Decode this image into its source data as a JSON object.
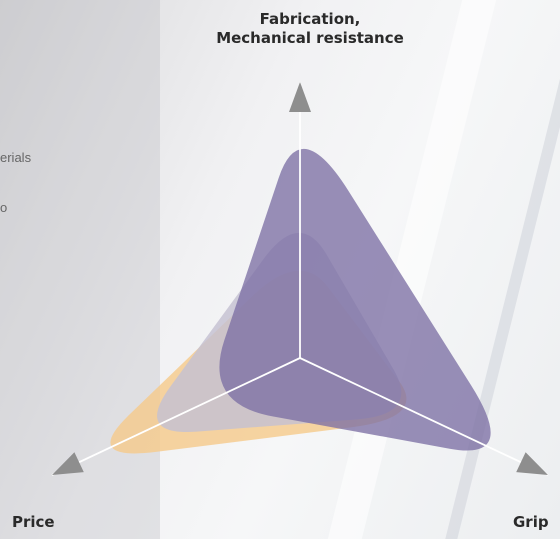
{
  "chart_data": {
    "type": "radar",
    "axes": [
      {
        "key": "top",
        "label_lines": [
          "Fabrication,",
          "Mechanical resistance"
        ]
      },
      {
        "key": "price",
        "label_lines": [
          "Price"
        ]
      },
      {
        "key": "grip",
        "label_lines": [
          "Grip"
        ]
      }
    ],
    "series": [
      {
        "color": "#f5cb8c",
        "values": {
          "top": 0.42,
          "price": 0.95,
          "grip": 0.55
        }
      },
      {
        "color": "#c5c1d2",
        "values": {
          "top": 0.58,
          "price": 0.72,
          "grip": 0.52
        }
      },
      {
        "color": "#7c70a4",
        "values": {
          "top": 0.95,
          "price": 0.42,
          "grip": 0.95
        }
      }
    ],
    "range": [
      0,
      1
    ],
    "grid": false,
    "legend": "none"
  },
  "fragments": {
    "left_line_1": "erials",
    "left_line_2": "o"
  }
}
